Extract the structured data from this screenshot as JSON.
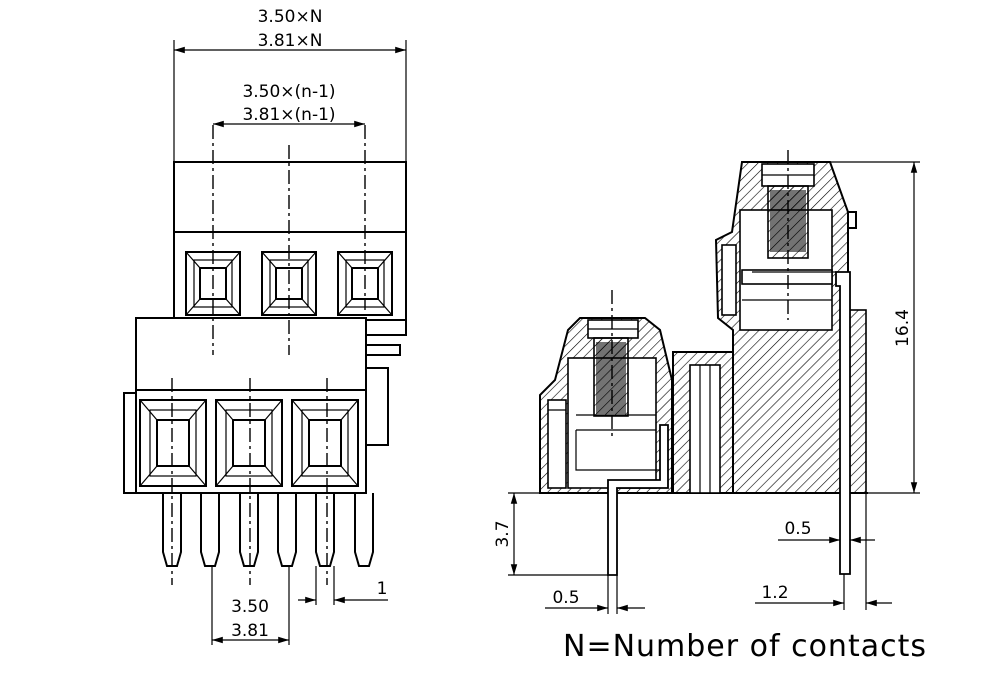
{
  "drawing": {
    "front_view": {
      "overall_width_label_1": "3.50×N",
      "overall_width_label_2": "3.81×N",
      "pitch_total_label_1": "3.50×(n-1)",
      "pitch_total_label_2": "3.81×(n-1)",
      "pitch_label_1": "3.50",
      "pitch_label_2": "3.81",
      "pin_width_label": "1"
    },
    "side_view": {
      "height_label": "16.4",
      "pin_length_label": "3.7",
      "pin_thickness_left_label": "0.5",
      "pin_thickness_right_label": "0.5",
      "pin_offset_label": "1.2"
    },
    "note": "N=Number of contacts"
  }
}
